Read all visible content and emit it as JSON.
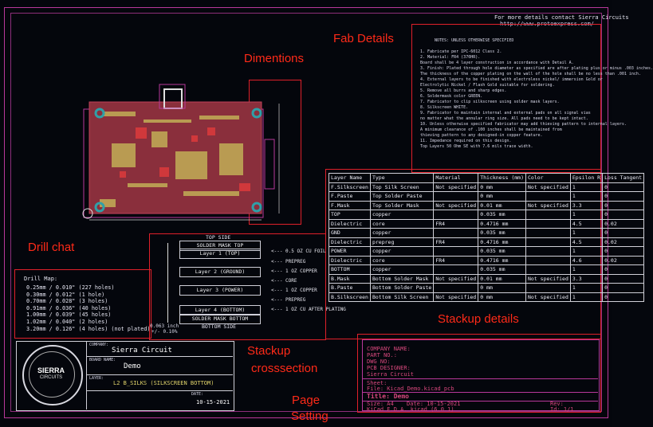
{
  "header": {
    "contact": "For more details contact Sierra Circuits",
    "url": "http://www.protoexpress.com/"
  },
  "annotations": {
    "fab": "Fab Details",
    "dimentions": "Dimentions",
    "drill": "Drill chat",
    "stackup_details": "Stackup details",
    "stackup_cross_1": "Stackup",
    "stackup_cross_2": "crosssection",
    "page_1": "Page",
    "page_2": "Setting"
  },
  "fab_notes": {
    "title": "NOTES: UNLESS OTHERWISE SPECIFIED",
    "items": [
      "1. Fabricate per IPC-6012 Class 2.",
      "2. Material: FR4 (370HR).",
      "   Board shall be 4 layer construction in accordance with Detail A.",
      "3. Finish: Plated through hole diameter as specified are after plating plus  or minus .003 inches.",
      "   The thickness of the copper plating on the wall of the hole shall be no less than .001 inch.",
      "4. External layers to be finished with electroless nickel/ immersion Gold or",
      "   Electrolytic Nickel / Flash Gold suitable for soldering.",
      "5. Remove all burrs and sharp edges.",
      "6. Soldermask color GREEN.",
      "7. Fabricator to clip silkscreen using solder mask layers.",
      "8. Silkscreen WHITE.",
      "9. Fabricator to maintain internal and external pads on all signal vias",
      "   no matter what the annular ring size. All pads need to be kept intact.",
      "10. Unless otherwise specified fabricator may add thieving pattern to internal layers.",
      "   A minimum clearance of .100 inches shall be maintained from",
      "   thieving pattern to any designed-in copper feature.",
      "11. Impedance required on this design.",
      "   Top Layers 50 Ohm SE with 7.6 mils trace width."
    ]
  },
  "stackup_table": {
    "headers": [
      "Layer Name",
      "Type",
      "Material",
      "Thickness (mm)",
      "Color",
      "Epsilon R",
      "Loss Tangent"
    ],
    "rows": [
      [
        "F.Silkscreen",
        "Top Silk Screen",
        "Not specified",
        "0 mm",
        "Not specified",
        "1",
        "0"
      ],
      [
        "F.Paste",
        "Top Solder Paste",
        "",
        "0 mm",
        "",
        "1",
        "0"
      ],
      [
        "F.Mask",
        "Top Solder Mask",
        "Not specified",
        "0.01 mm",
        "Not specified",
        "3.3",
        "0"
      ],
      [
        "TOP",
        "copper",
        "",
        "0.035 mm",
        "",
        "1",
        "0"
      ],
      [
        "Dielectric",
        "core",
        "FR4",
        "0.4716 mm",
        "",
        "4.5",
        "0.02"
      ],
      [
        "GND",
        "copper",
        "",
        "0.035 mm",
        "",
        "1",
        "0"
      ],
      [
        "Dielectric",
        "prepreg",
        "FR4",
        "0.4716 mm",
        "",
        "4.5",
        "0.02"
      ],
      [
        "POWER",
        "copper",
        "",
        "0.035 mm",
        "",
        "1",
        "0"
      ],
      [
        "Dielectric",
        "core",
        "FR4",
        "0.4716 mm",
        "",
        "4.6",
        "0.02"
      ],
      [
        "BOTTOM",
        "copper",
        "",
        "0.035 mm",
        "",
        "1",
        "0"
      ],
      [
        "B.Mask",
        "Bottom Solder Mask",
        "Not specified",
        "0.01 mm",
        "Not specified",
        "3.3",
        "0"
      ],
      [
        "B.Paste",
        "Bottom Solder Paste",
        "",
        "0 mm",
        "",
        "1",
        "0"
      ],
      [
        "B.Silkscreen",
        "Bottom Silk Screen",
        "Not specified",
        "0 mm",
        "Not specified",
        "1",
        "0"
      ]
    ]
  },
  "drill_map": {
    "title": "Drill Map:",
    "items": [
      "0.25mm / 0.010\" (227 holes)",
      "0.30mm / 0.012\" (1 hole)",
      "0.70mm / 0.028\" (3 holes)",
      "0.91mm / 0.036\" (40 holes)",
      "1.00mm / 0.039\" (45 holes)",
      "1.02mm / 0.040\" (2 holes)",
      "3.20mm / 0.126\" (4 holes) (not plated)"
    ]
  },
  "cross_section": {
    "top_side": "TOP SIDE",
    "solder_mask_top": "SOLDER MASK TOP",
    "layer1": "Layer 1 (TOP)",
    "layer2": "Layer 2 (GROUND)",
    "layer3": "Layer 3 (POWER)",
    "layer4": "Layer 4 (BOTTOM)",
    "solder_mask_bottom": "SOLDER MASK BOTTOM",
    "bottom_side": "BOTTOM SIDE",
    "thickness_1": "0.063 inch",
    "thickness_2": "+/- 0.10%",
    "labels": [
      "<--- 0.5 OZ CU FOIL",
      "<--- PREPREG",
      "<--- 1 OZ COPPER",
      "<--- CORE",
      "<--- 1 OZ COPPER",
      "<--- PREPREG",
      "<--- 1 OZ CU AFTER PLATING"
    ]
  },
  "title_left": {
    "logo_text": "SIERRA",
    "logo_sub": "CIRCUITS",
    "company_label": "COMPANY:",
    "company": "Sierra Circuit",
    "board_label": "BOARD NAME:",
    "board": "Demo",
    "layer_label": "LAYER:",
    "layer_value": "L2 B_SILKS  (SILKSCREEN BOTTOM)",
    "date_label": "DATE:",
    "date": "10-15-2021"
  },
  "title_block": {
    "company_name": "COMPANY NAME:",
    "part_no": "PART NO.:",
    "dwg_no": "DWG NO:",
    "pcb_designer": "PCB DESIGNER:",
    "designer": "Sierra Circuit",
    "sheet": "Sheet:",
    "file": "File: Kicad_Demo.kicad_pcb",
    "title": "Title: Demo",
    "size": "Size: A4",
    "date": "Date: 10-15-2021",
    "rev": "Rev:",
    "kicad": "KiCad E.D.A.  kicad (6.0.1)",
    "id": "Id: 1/1"
  },
  "colors": {
    "annotation": "#ff2a18",
    "frame": "#b8389a",
    "pcb_fill": "#8a2f3c",
    "page_bg": "#04060c"
  }
}
